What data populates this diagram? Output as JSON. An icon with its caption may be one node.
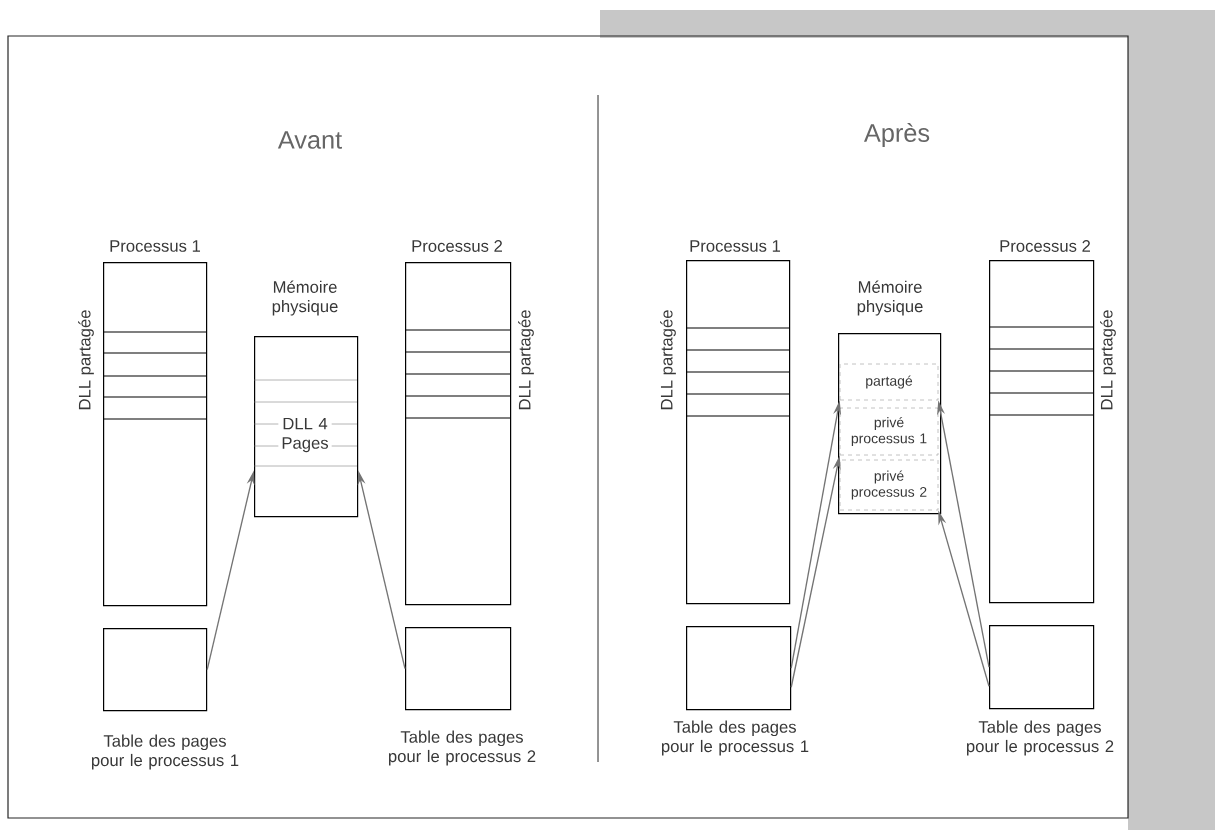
{
  "diagram": {
    "nodes": [
      {
        "text": [
          "Processus 1"
        ],
        "beside": [
          "DLL partagée"
        ]
      },
      {
        "text": [
          "Table des pages pour le processus 1"
        ]
      },
      {
        "text": [
          "Mémoire physique",
          "DLL 4 Pages"
        ]
      },
      {
        "text": [
          "Processus 2"
        ],
        "beside": [
          "DLL partagée"
        ]
      },
      {
        "text": [
          "Table des pages pour le processus 2"
        ]
      },
      {
        "text": [
          "Processus 1"
        ],
        "beside": [
          "DLL partagée"
        ]
      },
      {
        "text": [
          "Table des pages pour le processus 1"
        ]
      },
      {
        "text": [
          "Mémoire physique"
        ]
      },
      {
        "text": [
          "partagé"
        ],
        "in": 7
      },
      {
        "text": [
          "privé processus 1"
        ],
        "in": 7
      },
      {
        "text": [
          "privé processus 2"
        ],
        "in": 7
      },
      {
        "text": [
          "Processus 2"
        ],
        "beside": [
          "DLL partagée"
        ]
      },
      {
        "text": [
          "Table des pages pour le processus 2"
        ]
      }
    ],
    "edges": [
      {
        "from": 1,
        "to": 2,
        "arrow": "to"
      },
      {
        "from": 4,
        "to": 2,
        "arrow": "to"
      },
      {
        "from": 6,
        "to": 8,
        "arrow": "to"
      },
      {
        "from": 6,
        "to": 9,
        "arrow": "to"
      },
      {
        "from": 12,
        "to": 8,
        "arrow": "to"
      },
      {
        "from": 12,
        "to": 10,
        "arrow": "to"
      }
    ],
    "labels": [
      "Avant",
      "Après"
    ]
  }
}
